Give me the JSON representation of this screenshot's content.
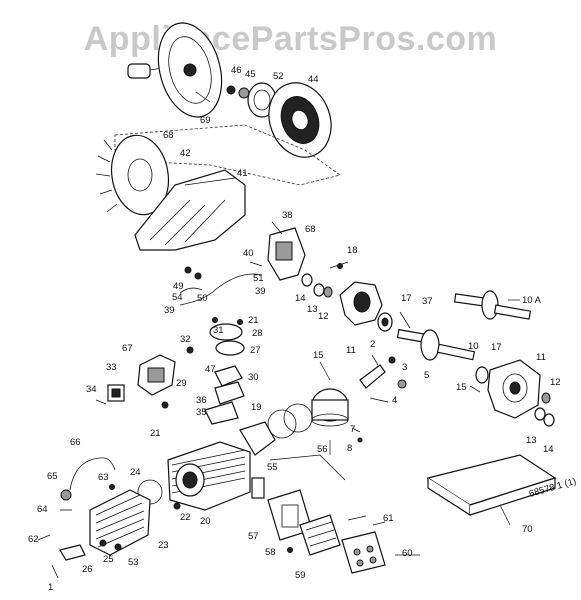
{
  "watermark": "AppliancePartsPros.com",
  "labels": [
    {
      "id": "l46",
      "text": "46"
    },
    {
      "id": "l45",
      "text": "45"
    },
    {
      "id": "l52",
      "text": "52"
    },
    {
      "id": "l44",
      "text": "44"
    },
    {
      "id": "l69",
      "text": "69"
    },
    {
      "id": "l68a",
      "text": "68"
    },
    {
      "id": "l42",
      "text": "42"
    },
    {
      "id": "l41",
      "text": "41"
    },
    {
      "id": "l38",
      "text": "38"
    },
    {
      "id": "l68b",
      "text": "68"
    },
    {
      "id": "l18",
      "text": "18"
    },
    {
      "id": "l40",
      "text": "40"
    },
    {
      "id": "l51",
      "text": "51"
    },
    {
      "id": "l49",
      "text": "49"
    },
    {
      "id": "l54",
      "text": "54"
    },
    {
      "id": "l50",
      "text": "50"
    },
    {
      "id": "l39a",
      "text": "39"
    },
    {
      "id": "l39b",
      "text": "39"
    },
    {
      "id": "l14a",
      "text": "14"
    },
    {
      "id": "l13a",
      "text": "13"
    },
    {
      "id": "l12a",
      "text": "12"
    },
    {
      "id": "l17a",
      "text": "17"
    },
    {
      "id": "l37",
      "text": "37"
    },
    {
      "id": "l10A",
      "text": "10 A"
    },
    {
      "id": "l21a",
      "text": "21"
    },
    {
      "id": "l31",
      "text": "31"
    },
    {
      "id": "l28",
      "text": "28"
    },
    {
      "id": "l27",
      "text": "27"
    },
    {
      "id": "l32",
      "text": "32"
    },
    {
      "id": "l15a",
      "text": "15"
    },
    {
      "id": "l11a",
      "text": "11"
    },
    {
      "id": "l2",
      "text": "2"
    },
    {
      "id": "l3",
      "text": "3"
    },
    {
      "id": "l10",
      "text": "10"
    },
    {
      "id": "l17b",
      "text": "17"
    },
    {
      "id": "l11b",
      "text": "11"
    },
    {
      "id": "l67",
      "text": "67"
    },
    {
      "id": "l33",
      "text": "33"
    },
    {
      "id": "l47",
      "text": "47"
    },
    {
      "id": "l29",
      "text": "29"
    },
    {
      "id": "l30",
      "text": "30"
    },
    {
      "id": "l34",
      "text": "34"
    },
    {
      "id": "l36",
      "text": "36"
    },
    {
      "id": "l35",
      "text": "35"
    },
    {
      "id": "l5",
      "text": "5"
    },
    {
      "id": "l4",
      "text": "4"
    },
    {
      "id": "l15b",
      "text": "15"
    },
    {
      "id": "l12b",
      "text": "12"
    },
    {
      "id": "l19",
      "text": "19"
    },
    {
      "id": "l7",
      "text": "7"
    },
    {
      "id": "l8",
      "text": "8"
    },
    {
      "id": "l21b",
      "text": "21"
    },
    {
      "id": "l13b",
      "text": "13"
    },
    {
      "id": "l14b",
      "text": "14"
    },
    {
      "id": "l66",
      "text": "66"
    },
    {
      "id": "l56",
      "text": "56"
    },
    {
      "id": "l24",
      "text": "24"
    },
    {
      "id": "l55",
      "text": "55"
    },
    {
      "id": "l65",
      "text": "65"
    },
    {
      "id": "l63",
      "text": "63"
    },
    {
      "id": "l20",
      "text": "20"
    },
    {
      "id": "l22",
      "text": "22"
    },
    {
      "id": "l64",
      "text": "64"
    },
    {
      "id": "l61",
      "text": "61"
    },
    {
      "id": "l62",
      "text": "62"
    },
    {
      "id": "l57",
      "text": "57"
    },
    {
      "id": "l23",
      "text": "23"
    },
    {
      "id": "l25",
      "text": "25"
    },
    {
      "id": "l53",
      "text": "53"
    },
    {
      "id": "l58",
      "text": "58"
    },
    {
      "id": "l60",
      "text": "60"
    },
    {
      "id": "l26",
      "text": "26"
    },
    {
      "id": "l59",
      "text": "59"
    },
    {
      "id": "l1",
      "text": "1"
    },
    {
      "id": "l70",
      "text": "70"
    }
  ],
  "box_label": "68578 1 (1)"
}
